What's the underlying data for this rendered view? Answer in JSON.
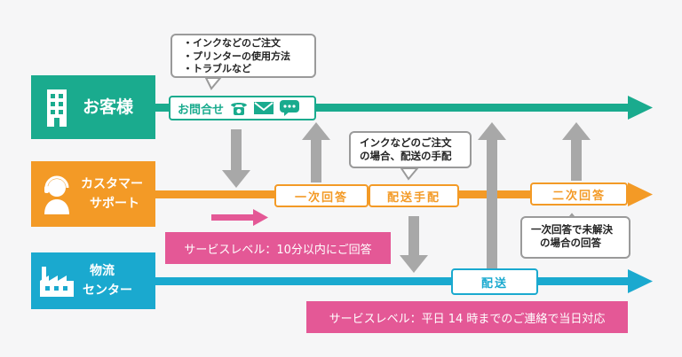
{
  "colors": {
    "customer": "#1aab8e",
    "support": "#f39a26",
    "logistics": "#1aa9cf",
    "gray_arrow": "#a8a8a8",
    "pink": "#e45896",
    "background": "#f6f6f7"
  },
  "lanes": {
    "customer": {
      "label": "お客様",
      "icon": "building-icon"
    },
    "support": {
      "label_line1": "カスタマー",
      "label_line2": "サポート",
      "icon": "headset-operator-icon"
    },
    "logistics": {
      "label_line1": "物流",
      "label_line2": "センター",
      "icon": "factory-icon"
    }
  },
  "inquiry": {
    "label": "お問合せ",
    "icons": [
      "phone-icon",
      "mail-icon",
      "chat-bubble-icon"
    ],
    "examples": [
      "・インクなどのご注文",
      "・プリンターの使用方法",
      "・トラブルなど"
    ]
  },
  "steps": {
    "first_response": "一次回答",
    "shipping_arrangement": "配送手配",
    "second_response": "二次回答",
    "delivery": "配送"
  },
  "notes": {
    "ink_order": [
      "インクなどのご注文",
      "の場合、配送の手配"
    ],
    "unresolved": [
      "一次回答で未解決",
      "の場合の回答"
    ]
  },
  "service_levels": {
    "support": "サービスレベル：10分以内にご回答",
    "logistics": "サービスレベル：平日 14 時までのご連絡で当日対応"
  }
}
